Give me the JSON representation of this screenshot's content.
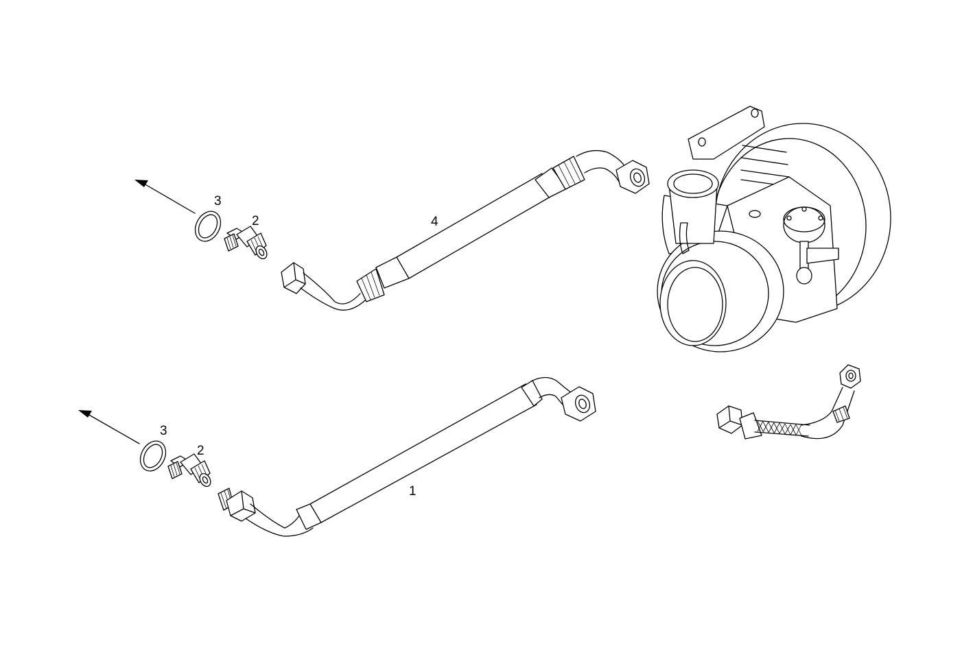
{
  "callouts": {
    "upper_pipe": "4",
    "upper_union": "2",
    "upper_washer": "3",
    "lower_pipe": "1",
    "lower_union": "2",
    "lower_washer": "3"
  },
  "colors": {
    "line": "#000000",
    "background": "#ffffff"
  }
}
